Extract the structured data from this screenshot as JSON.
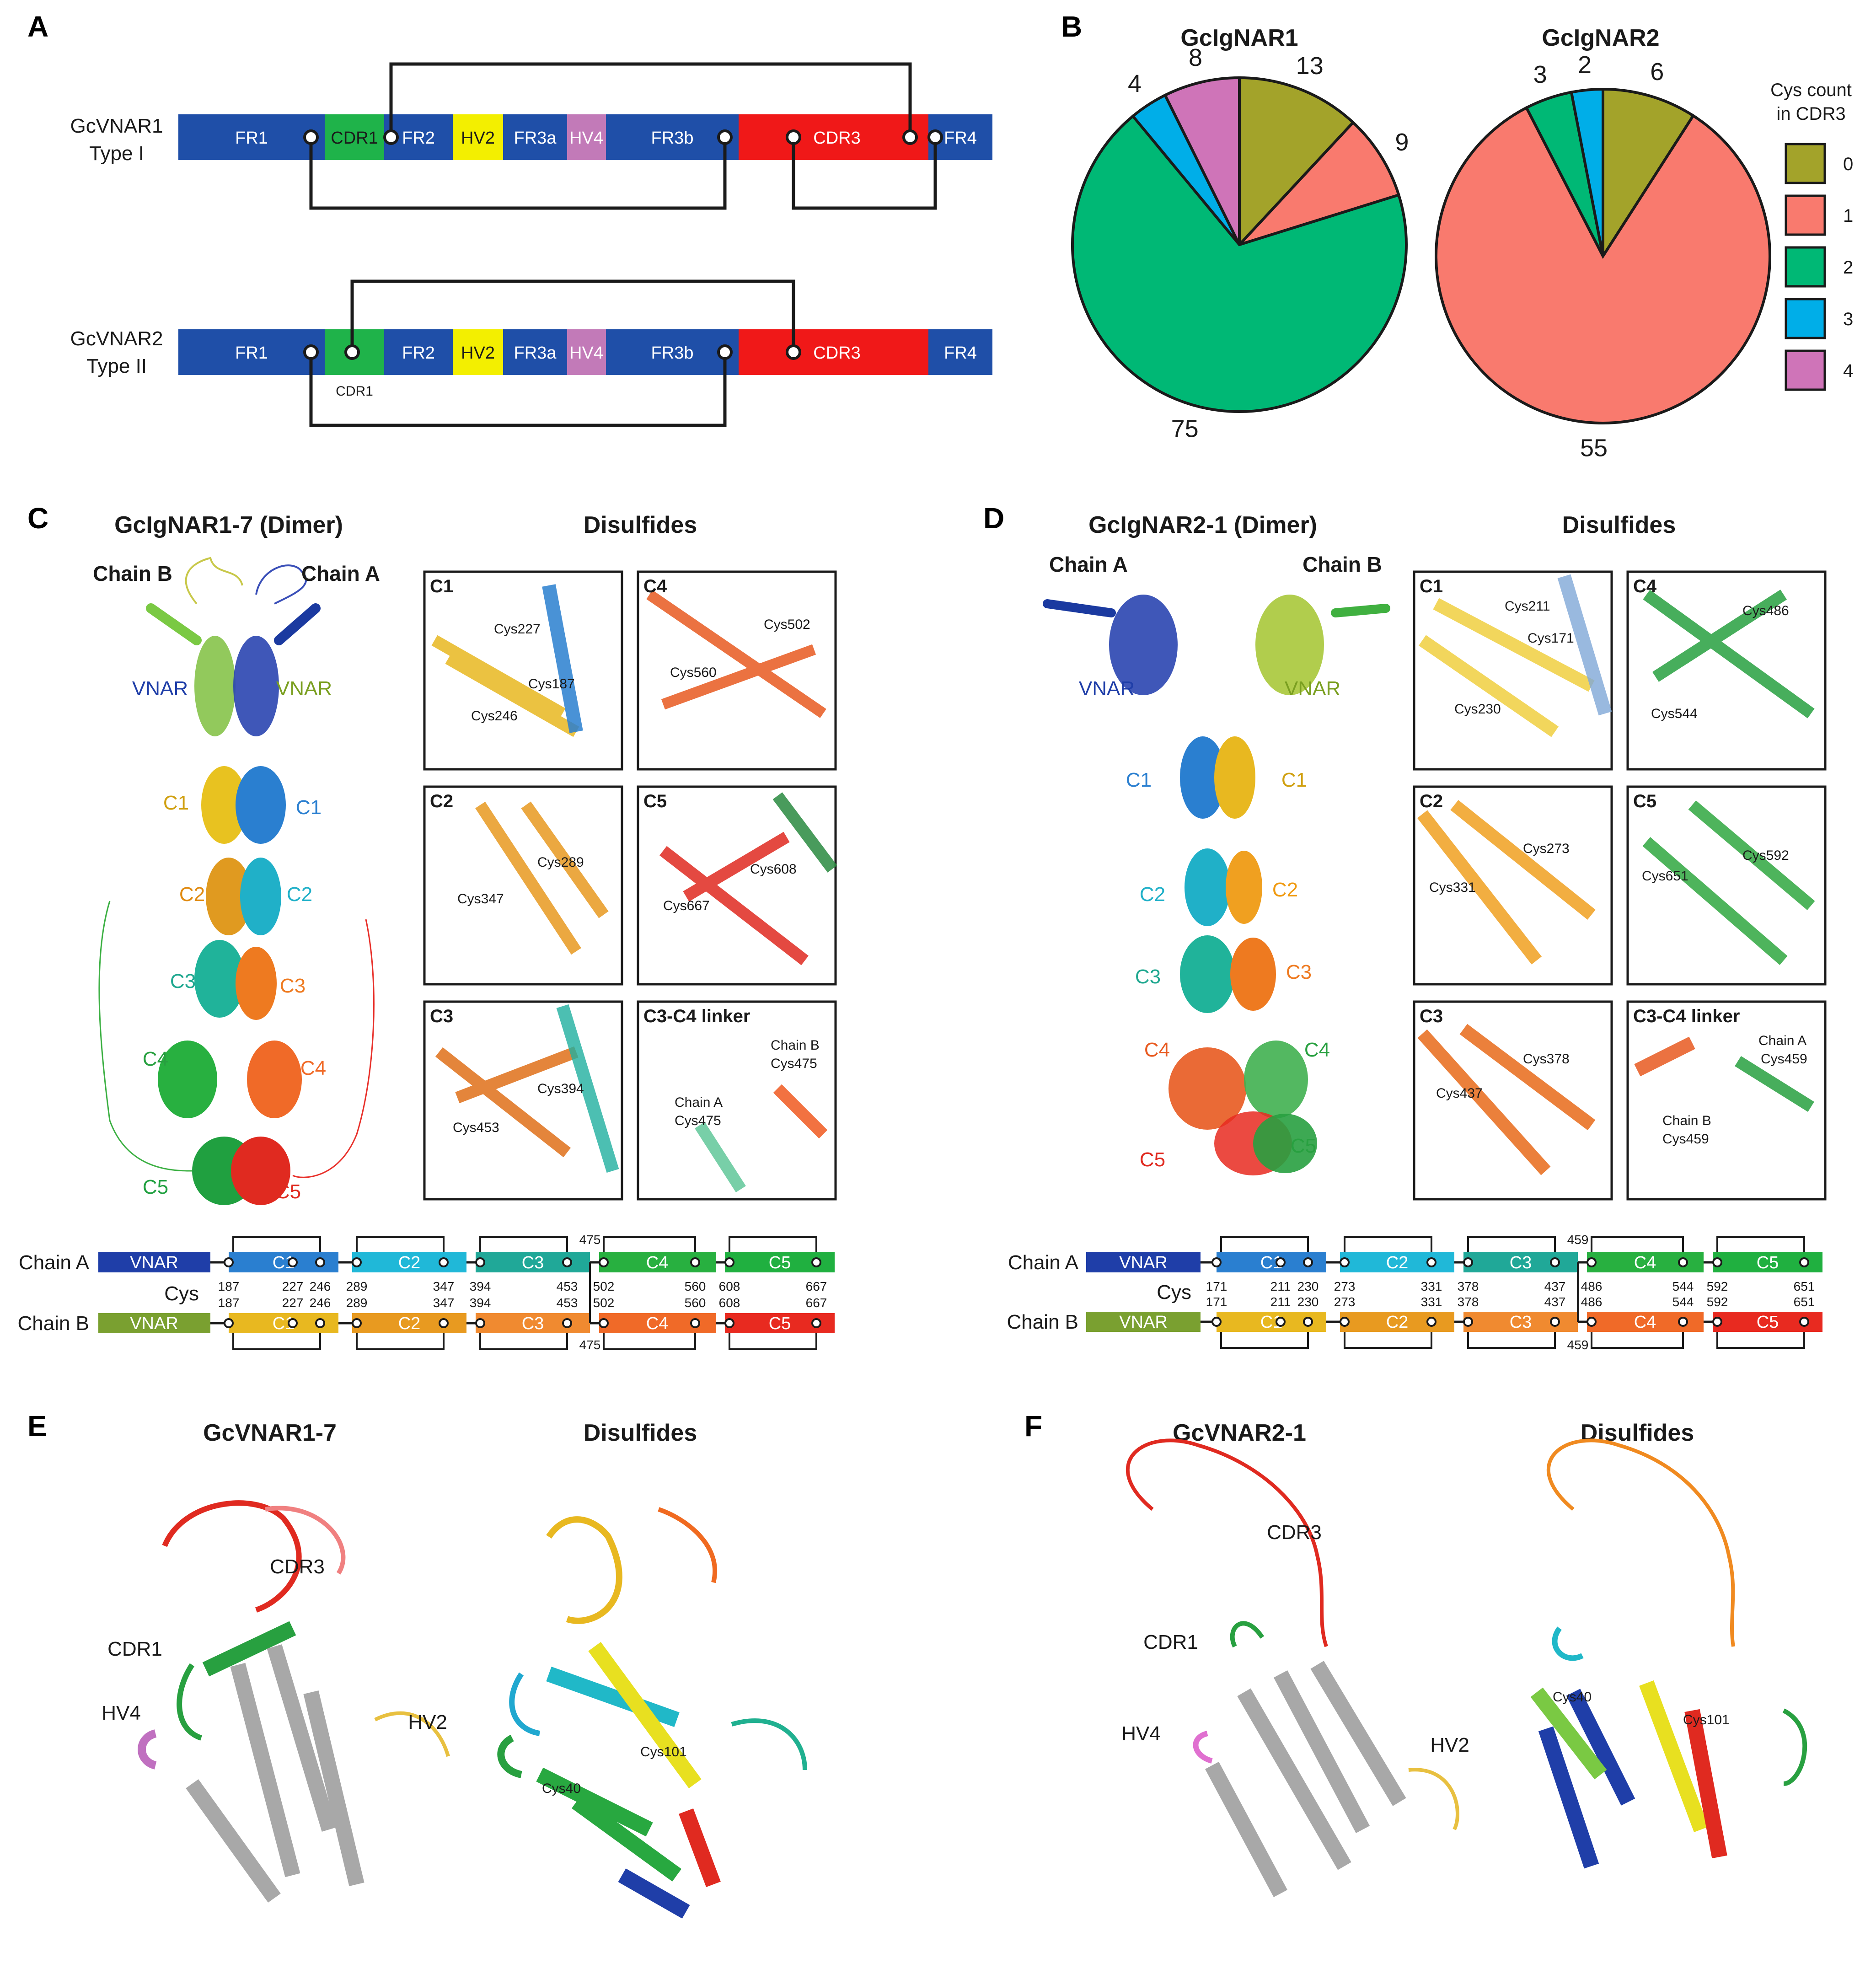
{
  "panels": {
    "A": {
      "letter": "A",
      "type1": {
        "name": "GcVNAR1",
        "sub": "Type I",
        "segments": [
          "FR1",
          "CDR1",
          "FR2",
          "HV2",
          "FR3a",
          "HV4",
          "FR3b",
          "CDR3",
          "FR4"
        ]
      },
      "type2": {
        "name": "GcVNAR2",
        "sub": "Type II",
        "segments": [
          "FR1",
          "FR2",
          "HV2",
          "FR3a",
          "HV4",
          "FR3b",
          "CDR3",
          "FR4"
        ],
        "cdr1_label": "CDR1"
      }
    },
    "B": {
      "letter": "B",
      "pie1_title": "GcIgNAR1",
      "pie2_title": "GcIgNAR2",
      "legend_title_1": "Cys count",
      "legend_title_2": "in CDR3",
      "legend": [
        {
          "label": "0",
          "color": "#a3a32a"
        },
        {
          "label": "1",
          "color": "#f97a6e"
        },
        {
          "label": "2",
          "color": "#00b875"
        },
        {
          "label": "3",
          "color": "#00aee8"
        },
        {
          "label": "4",
          "color": "#cf74b8"
        }
      ]
    },
    "C": {
      "letter": "C",
      "title": "GcIgNAR1-7 (Dimer)",
      "disulfides": "Disulfides",
      "chain_b": "Chain B",
      "chain_a": "Chain A",
      "domains": {
        "vnar_a": "VNAR",
        "vnar_b": "VNAR",
        "c1a": "C1",
        "c1b": "C1",
        "c2a": "C2",
        "c2b": "C2",
        "c3a": "C3",
        "c3b": "C3",
        "c4a": "C4",
        "c4b": "C4",
        "c5a": "C5",
        "c5b": "C5"
      },
      "insets": [
        {
          "title": "C1",
          "labels": [
            "Cys227",
            "Cys187",
            "Cys246"
          ]
        },
        {
          "title": "C4",
          "labels": [
            "Cys502",
            "Cys560"
          ]
        },
        {
          "title": "C2",
          "labels": [
            "Cys289",
            "Cys347"
          ]
        },
        {
          "title": "C5",
          "labels": [
            "Cys608",
            "Cys667"
          ]
        },
        {
          "title": "C3",
          "labels": [
            "Cys394",
            "Cys453"
          ]
        },
        {
          "title": "C3-C4 linker",
          "labels": [
            "Chain B",
            "Cys475",
            "Chain A",
            "Cys475"
          ]
        }
      ],
      "map": {
        "chain_a": "Chain A",
        "chain_b": "Chain B",
        "cys": "Cys",
        "vnar": "VNAR",
        "domains": [
          "C1",
          "C2",
          "C3",
          "C4",
          "C5"
        ],
        "cys_a": [
          "187",
          "227",
          "246",
          "289",
          "347",
          "394",
          "453",
          "502",
          "560",
          "608",
          "667"
        ],
        "cys_b": [
          "187",
          "227",
          "246",
          "289",
          "347",
          "394",
          "453",
          "502",
          "560",
          "608",
          "667"
        ],
        "linker": "475"
      }
    },
    "D": {
      "letter": "D",
      "title": "GcIgNAR2-1 (Dimer)",
      "disulfides": "Disulfides",
      "chain_a": "Chain A",
      "chain_b": "Chain B",
      "domains": {
        "vnar_a": "VNAR",
        "vnar_b": "VNAR",
        "c1a": "C1",
        "c1b": "C1",
        "c2a": "C2",
        "c2b": "C2",
        "c3a": "C3",
        "c3b": "C3",
        "c4a": "C4",
        "c4b": "C4",
        "c5a": "C5",
        "c5b": "C5"
      },
      "insets": [
        {
          "title": "C1",
          "labels": [
            "Cys211",
            "Cys171",
            "Cys230"
          ]
        },
        {
          "title": "C4",
          "labels": [
            "Cys486",
            "Cys544"
          ]
        },
        {
          "title": "C2",
          "labels": [
            "Cys273",
            "Cys331"
          ]
        },
        {
          "title": "C5",
          "labels": [
            "Cys651",
            "Cys592"
          ]
        },
        {
          "title": "C3",
          "labels": [
            "Cys378",
            "Cys437"
          ]
        },
        {
          "title": "C3-C4 linker",
          "labels": [
            "Chain A",
            "Cys459",
            "Chain B",
            "Cys459"
          ]
        }
      ],
      "map": {
        "chain_a": "Chain A",
        "chain_b": "Chain B",
        "cys": "Cys",
        "vnar": "VNAR",
        "domains": [
          "C1",
          "C2",
          "C3",
          "C4",
          "C5"
        ],
        "cys_a": [
          "171",
          "211",
          "230",
          "273",
          "331",
          "378",
          "437",
          "486",
          "544",
          "592",
          "651"
        ],
        "cys_b": [
          "171",
          "211",
          "230",
          "273",
          "331",
          "378",
          "437",
          "486",
          "544",
          "592",
          "651"
        ],
        "linker": "459"
      }
    },
    "E": {
      "letter": "E",
      "title": "GcVNAR1-7",
      "disulfides": "Disulfides",
      "labels": {
        "cdr3": "CDR3",
        "cdr1": "CDR1",
        "hv4": "HV4",
        "hv2": "HV2",
        "cys101": "Cys101",
        "cys40": "Cys40"
      }
    },
    "F": {
      "letter": "F",
      "title": "GcVNAR2-1",
      "disulfides": "Disulfides",
      "labels": {
        "cdr3": "CDR3",
        "cdr1": "CDR1",
        "hv4": "HV4",
        "hv2": "HV2",
        "cys40": "Cys40",
        "cys101": "Cys101"
      }
    }
  },
  "chart_data": [
    {
      "type": "pie",
      "title": "GcIgNAR1",
      "categories": [
        "0",
        "1",
        "2",
        "3",
        "4"
      ],
      "values": [
        13,
        9,
        75,
        4,
        8
      ],
      "colors": [
        "#a3a32a",
        "#f97a6e",
        "#00b875",
        "#00aee8",
        "#cf74b8"
      ]
    },
    {
      "type": "pie",
      "title": "GcIgNAR2",
      "categories": [
        "0",
        "1",
        "2",
        "3",
        "4"
      ],
      "values": [
        6,
        55,
        3,
        2,
        0
      ],
      "colors": [
        "#a3a32a",
        "#f97a6e",
        "#00b875",
        "#00aee8",
        "#cf74b8"
      ]
    }
  ],
  "colors": {
    "fr": "#1f4fa8",
    "cdr1": "#1fb34a",
    "hv2": "#f3ef00",
    "hv4": "#c27ab8",
    "cdr3": "#f01818"
  }
}
